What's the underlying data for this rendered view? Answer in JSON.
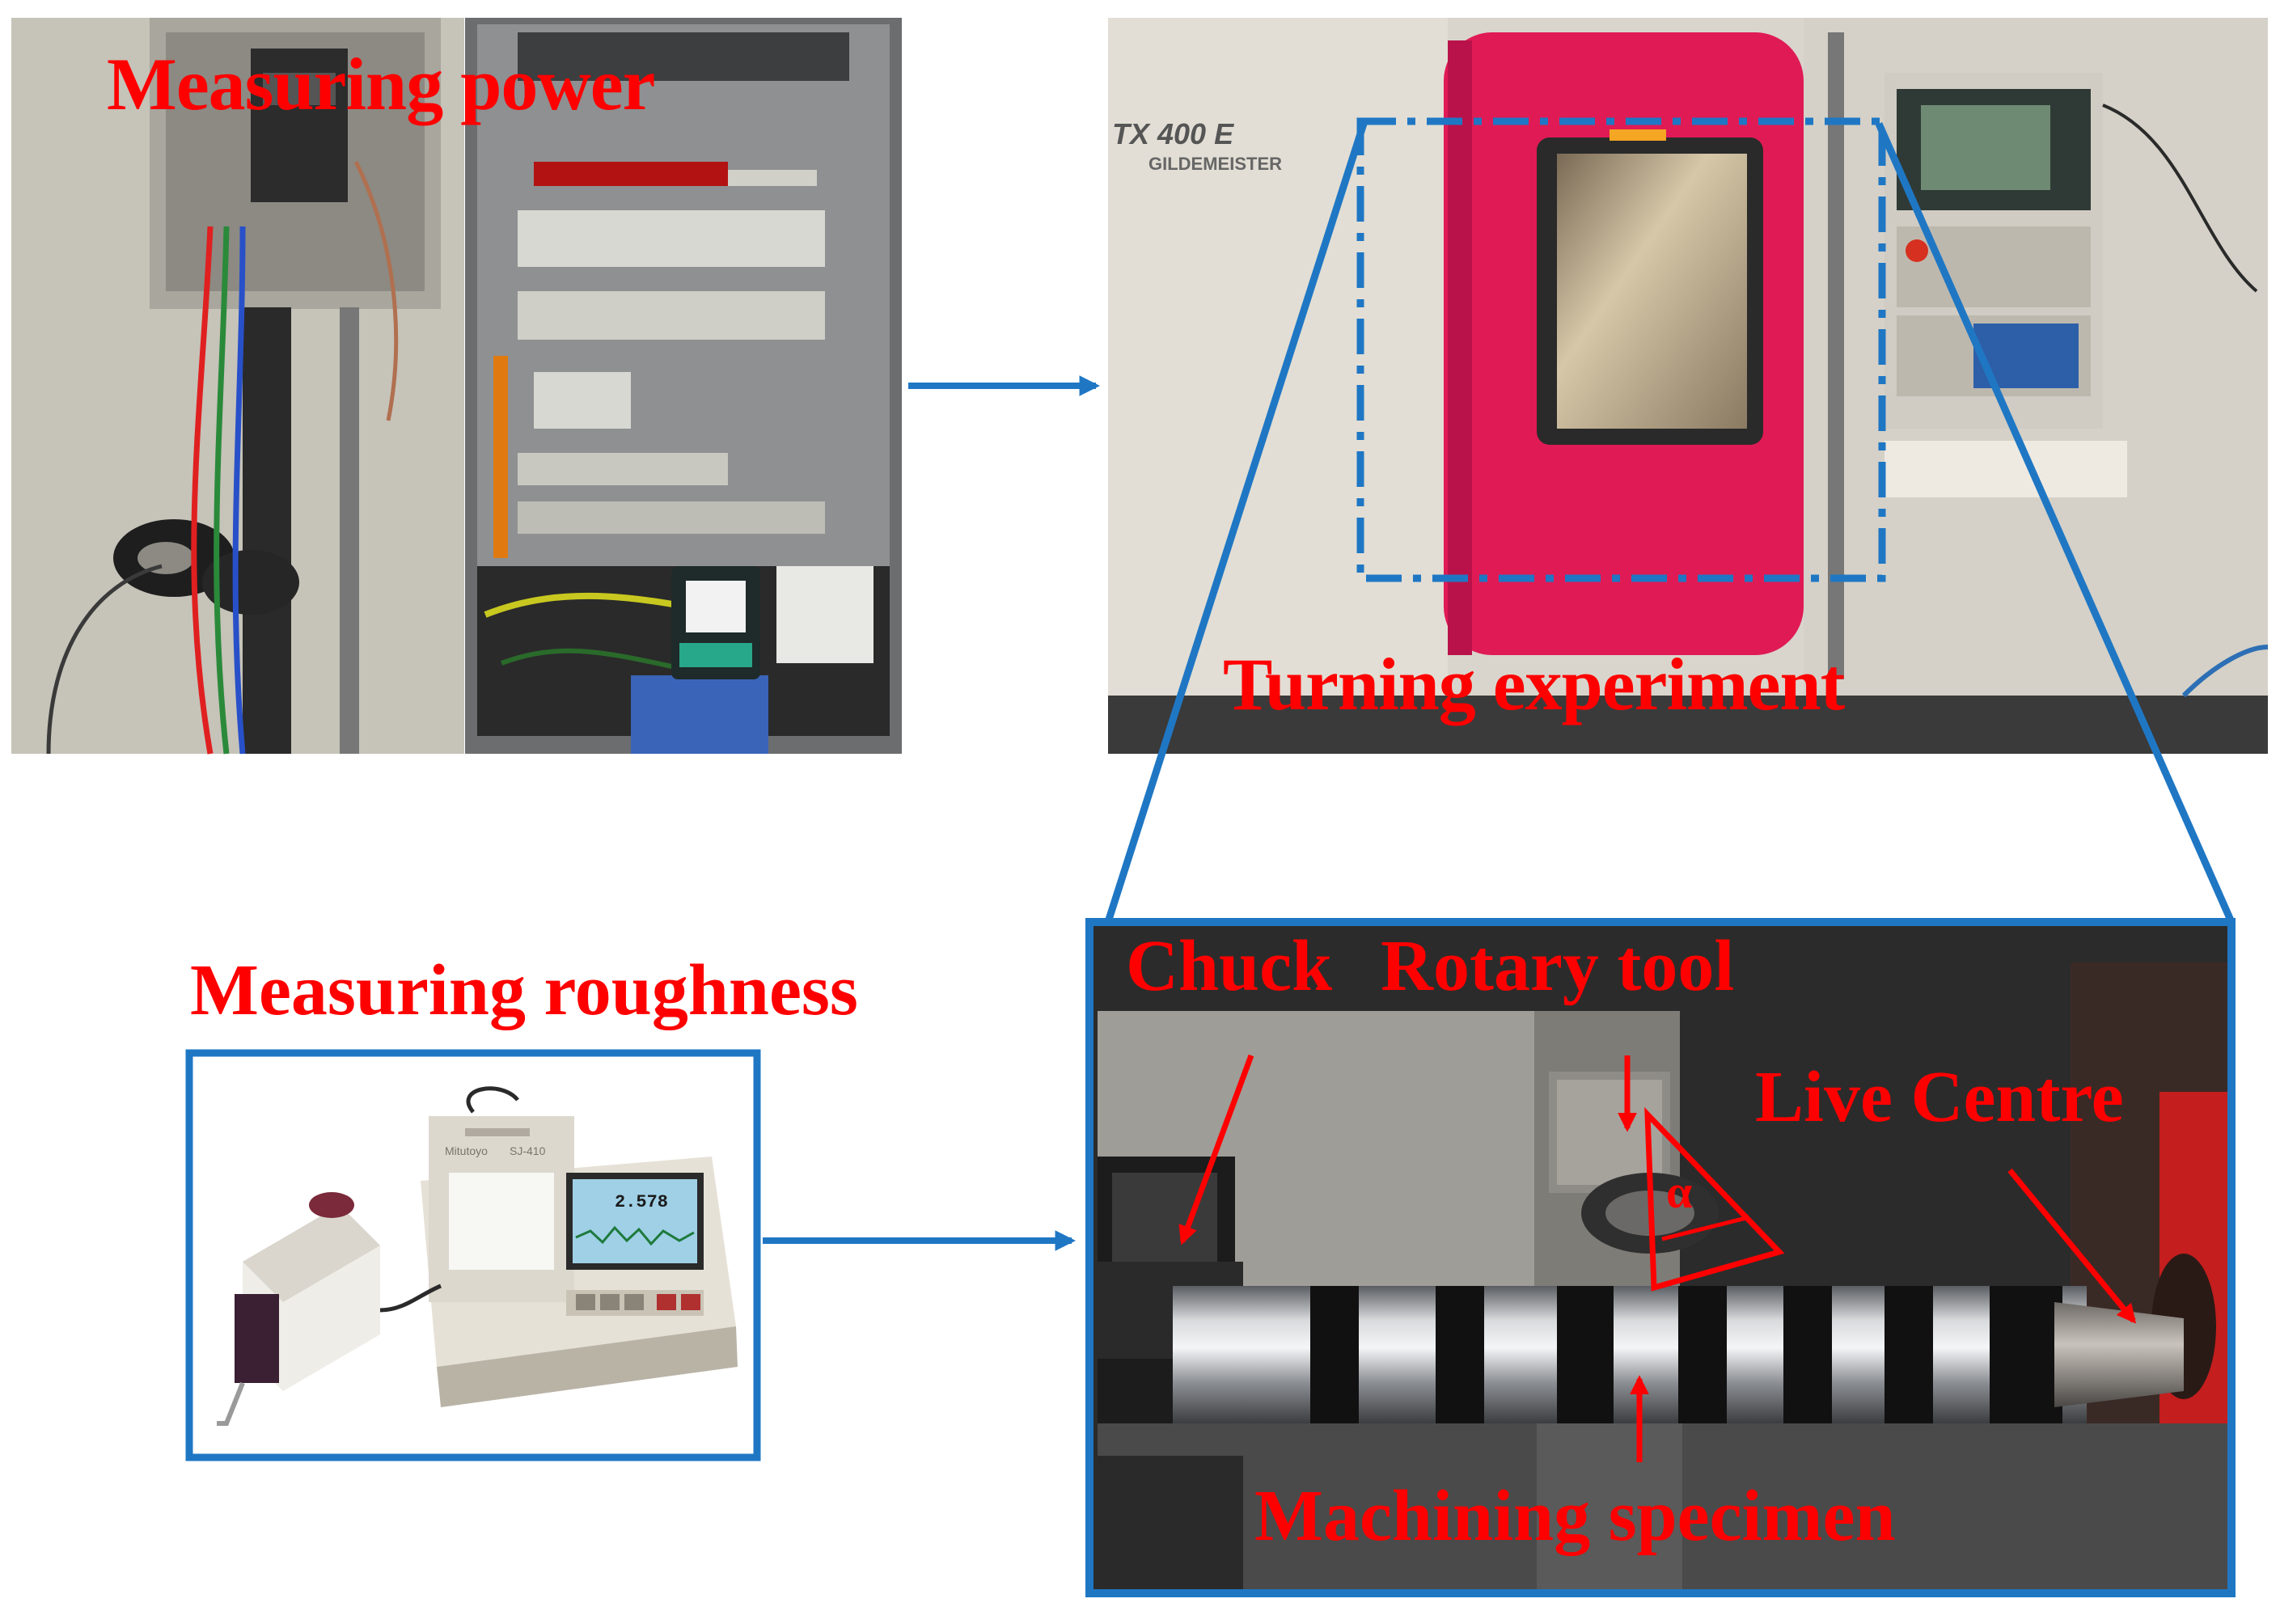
{
  "labels": {
    "measuring_power": "Measuring power",
    "turning_experiment": "Turning experiment",
    "measuring_roughness": "Measuring roughness",
    "chuck": "Chuck",
    "rotary_tool": "Rotary tool",
    "live_centre": "Live Centre",
    "machining_specimen": "Machining specimen",
    "alpha": "α"
  },
  "machine_text": {
    "model": "TX 400 E",
    "brand": "GILDEMEISTER"
  },
  "device_text": {
    "brand": "Mitutoyo",
    "model": "SJ-410",
    "reading": "2.578"
  },
  "colors": {
    "label": "#ff0000",
    "frame": "#1f77c4",
    "arrow": "#1f77c4",
    "callout": "#ff0000",
    "machine_door": "#e01a55"
  }
}
